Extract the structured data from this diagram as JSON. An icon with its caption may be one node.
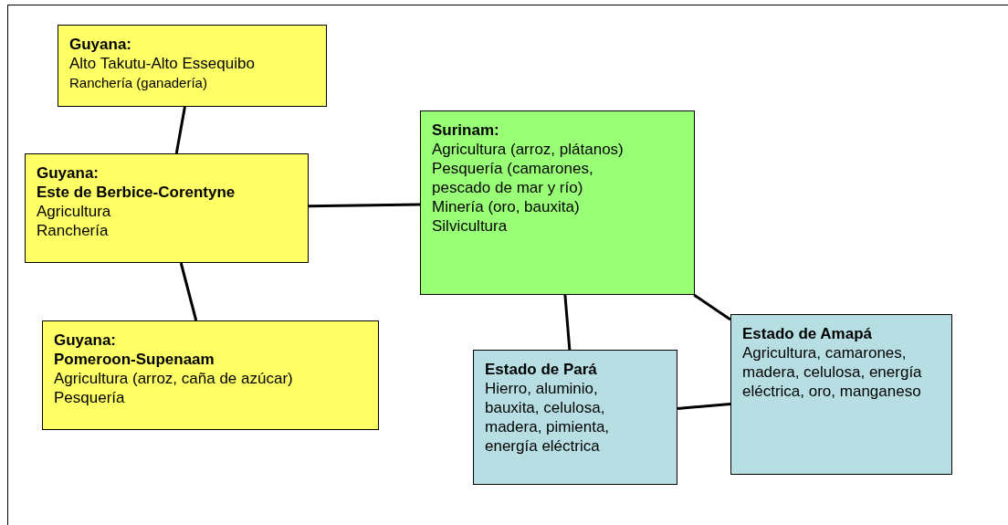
{
  "diagram": {
    "nodes": [
      {
        "text": [
          "Guyana:",
          "Alto Takutu-Alto Essequibo",
          "Ranchería (ganadería)"
        ]
      },
      {
        "text": [
          "Guyana:",
          "Este de Berbice-Corentyne",
          "Agricultura",
          "Ranchería"
        ]
      },
      {
        "text": [
          "Guyana:",
          "Pomeroon-Supenaam",
          "Agricultura (arroz, caña de azúcar)",
          "Pesquería"
        ]
      },
      {
        "text": [
          "Surinam:",
          "Agricultura (arroz, plátanos)",
          "Pesquería (camarones, pescado de mar y río)",
          "Minería (oro, bauxita)",
          "Silvicultura"
        ]
      },
      {
        "text": [
          "Estado de Pará",
          "Hierro, aluminio, bauxita, celulosa, madera, pimienta, energía eléctrica"
        ]
      },
      {
        "text": [
          "Estado de Amapá",
          "Agricultura, camarones, madera, celulosa, energía eléctrica, oro, manganeso"
        ]
      }
    ],
    "edges": [
      {
        "from": 0,
        "to": 1,
        "arrow": "none"
      },
      {
        "from": 1,
        "to": 3,
        "arrow": "none"
      },
      {
        "from": 1,
        "to": 2,
        "arrow": "none"
      },
      {
        "from": 3,
        "to": 4,
        "arrow": "none"
      },
      {
        "from": 3,
        "to": 5,
        "arrow": "none"
      },
      {
        "from": 4,
        "to": 5,
        "arrow": "none"
      }
    ]
  }
}
